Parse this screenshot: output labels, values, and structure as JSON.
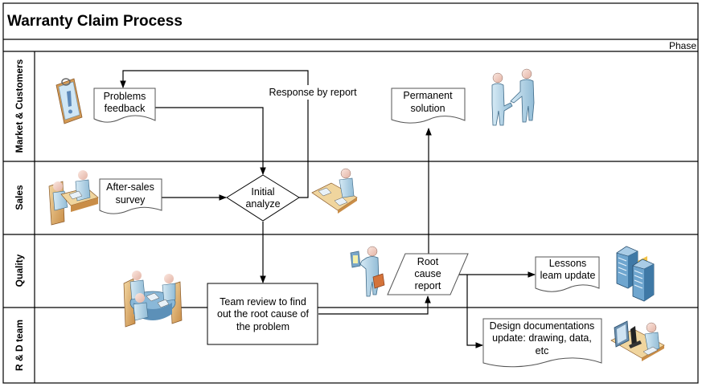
{
  "title": "Warranty Claim Process",
  "phase_label": "Phase",
  "lanes": [
    {
      "label": "Market & Customers"
    },
    {
      "label": "Sales"
    },
    {
      "label": "Quality"
    },
    {
      "label": "R & D team"
    }
  ],
  "nodes": {
    "problems_feedback": {
      "lines": [
        "Problems",
        "feedback"
      ],
      "shape": "document"
    },
    "permanent_solution": {
      "lines": [
        "Permanent",
        "solution"
      ],
      "shape": "document"
    },
    "after_sales_survey": {
      "lines": [
        "After-sales",
        "survey"
      ],
      "shape": "document"
    },
    "initial_analyze": {
      "lines": [
        "Initial",
        "analyze"
      ],
      "shape": "decision"
    },
    "root_cause_report": {
      "lines": [
        "Root",
        "cause",
        "report"
      ],
      "shape": "data"
    },
    "lessons_learn_update": {
      "lines": [
        "Lessons",
        "leam update"
      ],
      "shape": "document"
    },
    "team_review": {
      "lines": [
        "Team review to find",
        "out the root cause of",
        "the problem"
      ],
      "shape": "process"
    },
    "design_doc_update": {
      "lines": [
        "Design documentations",
        "update: drawing, data,",
        "etc"
      ],
      "shape": "document"
    }
  },
  "edge_labels": {
    "response_by_report": "Response by report"
  },
  "icons": [
    "clipboard-alert-icon",
    "handshake-people-icon",
    "customer-service-desk-icon",
    "desk-worker-icon",
    "person-with-briefcase-icon",
    "server-icon",
    "meeting-table-icon",
    "lab-microscope-icon"
  ],
  "colors": {
    "line": "#000000",
    "shape_border": "#555555",
    "person_fill": "#bcd9ea",
    "desk_fill": "#e8c27a",
    "wood": "#d49a54",
    "server_fill": "#6fa6cf"
  }
}
